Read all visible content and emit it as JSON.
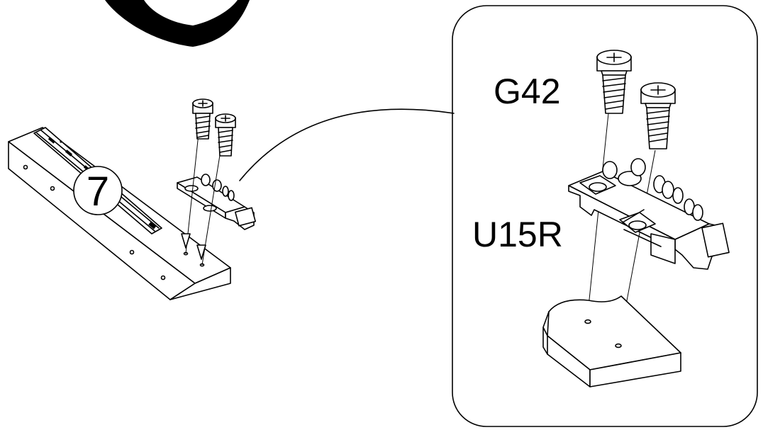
{
  "step": {
    "number": "7"
  },
  "detail": {
    "screw_label": "G42",
    "hinge_label": "U15R"
  }
}
